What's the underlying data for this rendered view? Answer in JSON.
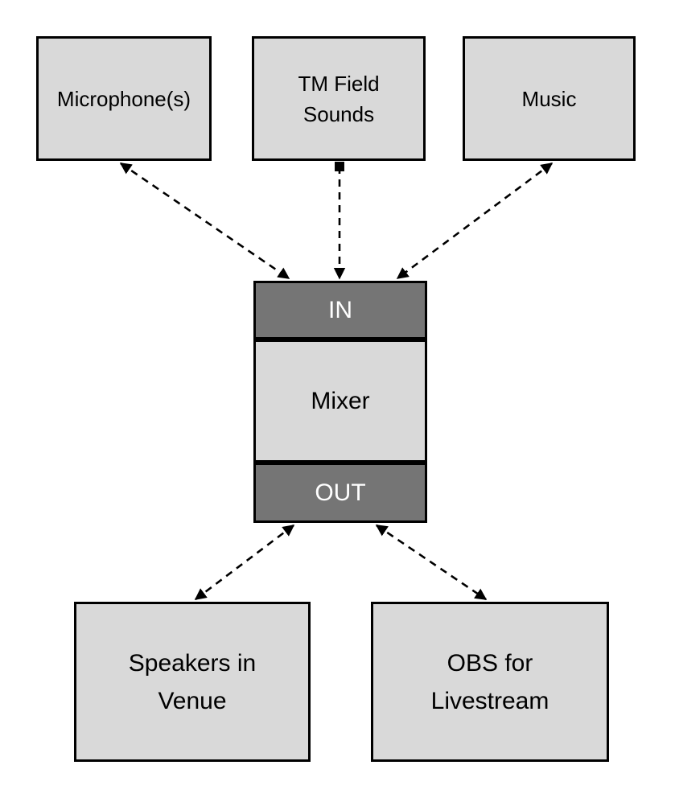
{
  "colors": {
    "background": "#ffffff",
    "node_fill": "#d9d9d9",
    "port_fill": "#757575",
    "border": "#000000",
    "text": "#000000",
    "port_text": "#ffffff",
    "edge_color": "#000000"
  },
  "nodes": {
    "microphones": {
      "label": "Microphone(s)"
    },
    "tm_field_sounds": {
      "label": "TM Field Sounds"
    },
    "music": {
      "label": "Music"
    },
    "mixer": {
      "in_label": "IN",
      "label": "Mixer",
      "out_label": "OUT"
    },
    "speakers_in_venue": {
      "label": "Speakers in Venue"
    },
    "obs_for_livestream": {
      "label": "OBS for Livestream"
    }
  },
  "edges": [
    {
      "from": "microphones",
      "to": "mixer.in",
      "line": "dashed",
      "start_marker": "arrow",
      "end_marker": "arrow"
    },
    {
      "from": "tm_field_sounds",
      "to": "mixer.in",
      "line": "dashed",
      "start_marker": "square",
      "end_marker": "arrow"
    },
    {
      "from": "music",
      "to": "mixer.in",
      "line": "dashed",
      "start_marker": "arrow",
      "end_marker": "arrow"
    },
    {
      "from": "mixer.out",
      "to": "speakers_in_venue",
      "line": "dashed",
      "start_marker": "arrow",
      "end_marker": "arrow"
    },
    {
      "from": "mixer.out",
      "to": "obs_for_livestream",
      "line": "dashed",
      "start_marker": "arrow",
      "end_marker": "arrow"
    }
  ]
}
